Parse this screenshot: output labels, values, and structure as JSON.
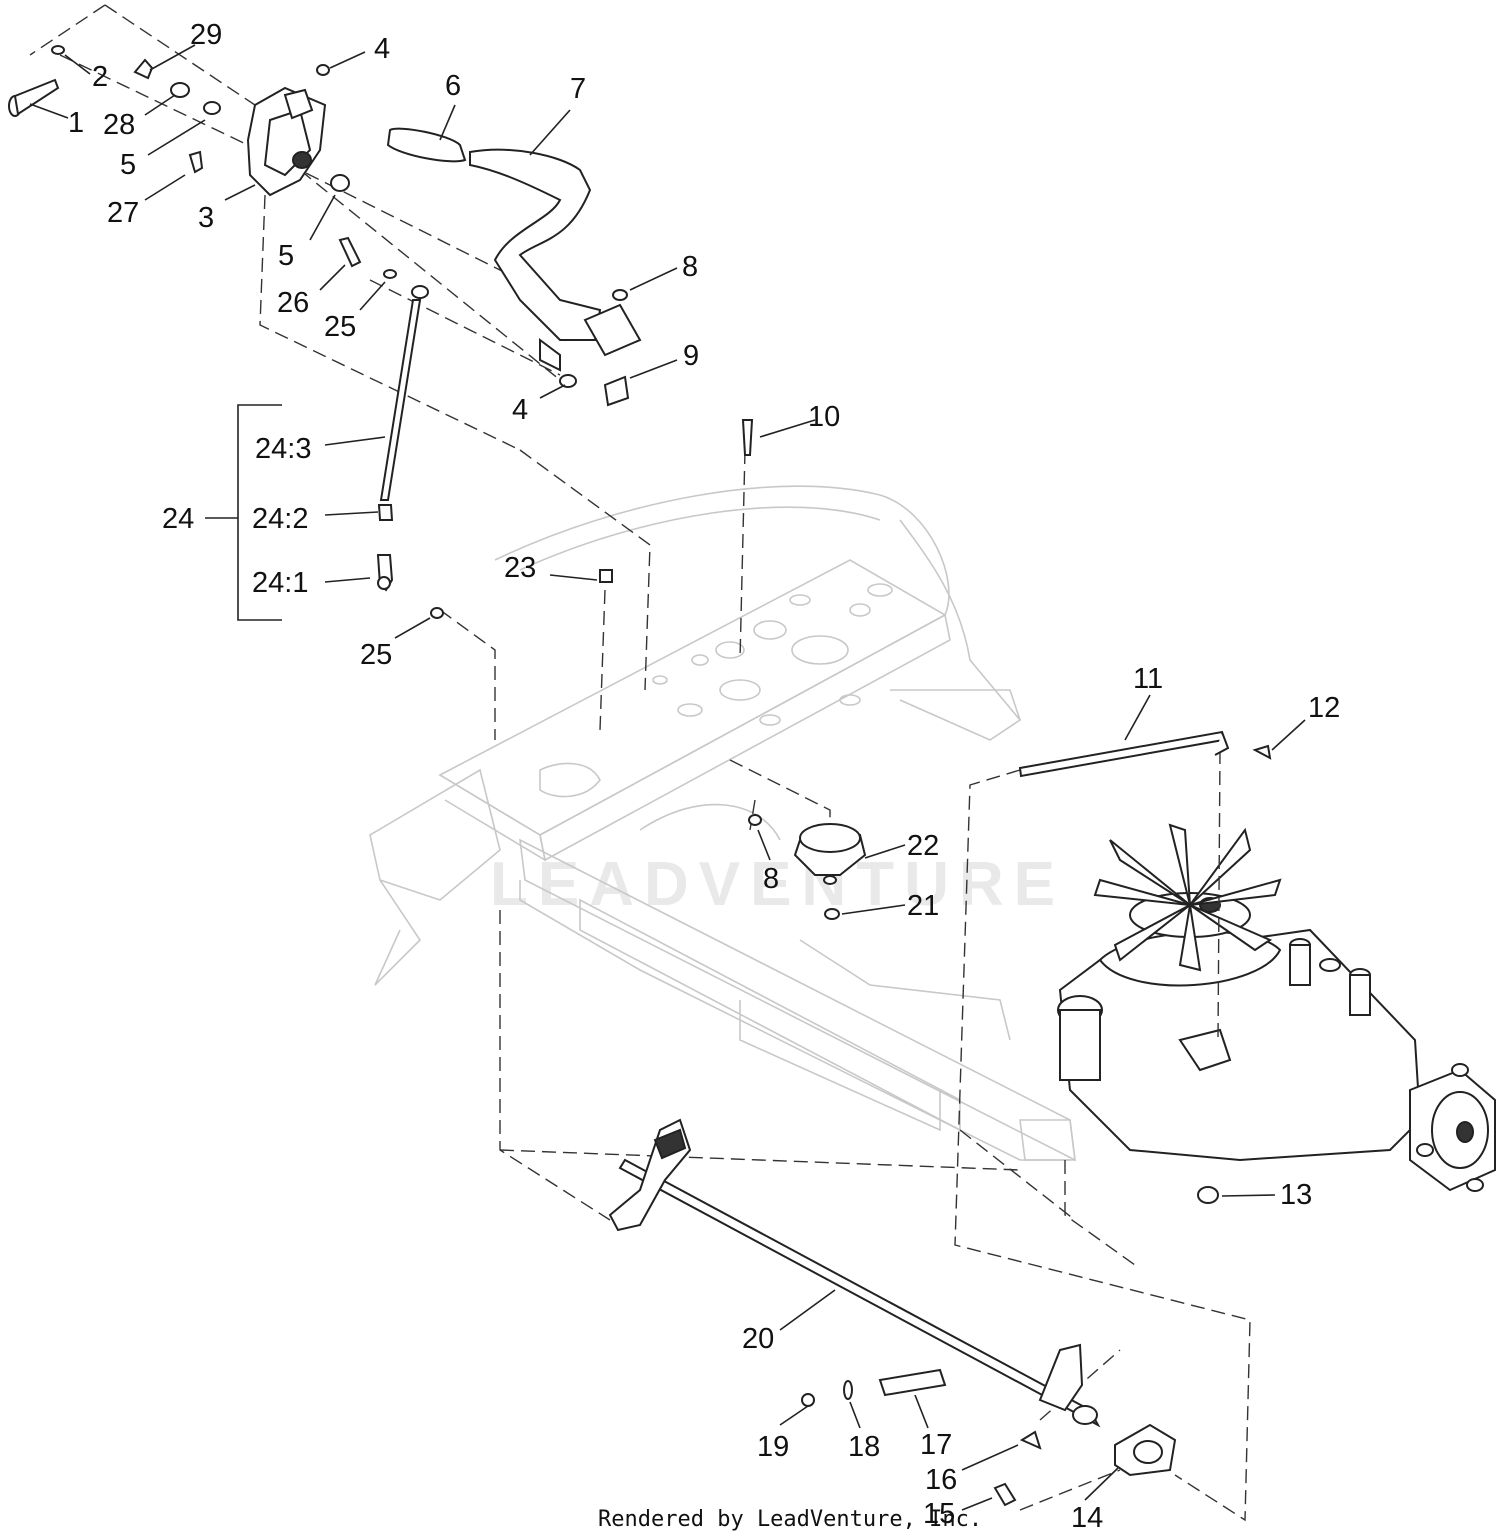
{
  "watermark": "LEADVENTURE",
  "credit": "Rendered by LeadVenture, Inc.",
  "callouts": [
    "1",
    "2",
    "29",
    "4",
    "28",
    "5",
    "27",
    "3",
    "6",
    "7",
    "5",
    "26",
    "25",
    "8",
    "9",
    "4",
    "24:3",
    "24",
    "24:2",
    "24:1",
    "25",
    "10",
    "23",
    "11",
    "12",
    "22",
    "8",
    "21",
    "13",
    "20",
    "19",
    "18",
    "17",
    "16",
    "15",
    "14"
  ]
}
